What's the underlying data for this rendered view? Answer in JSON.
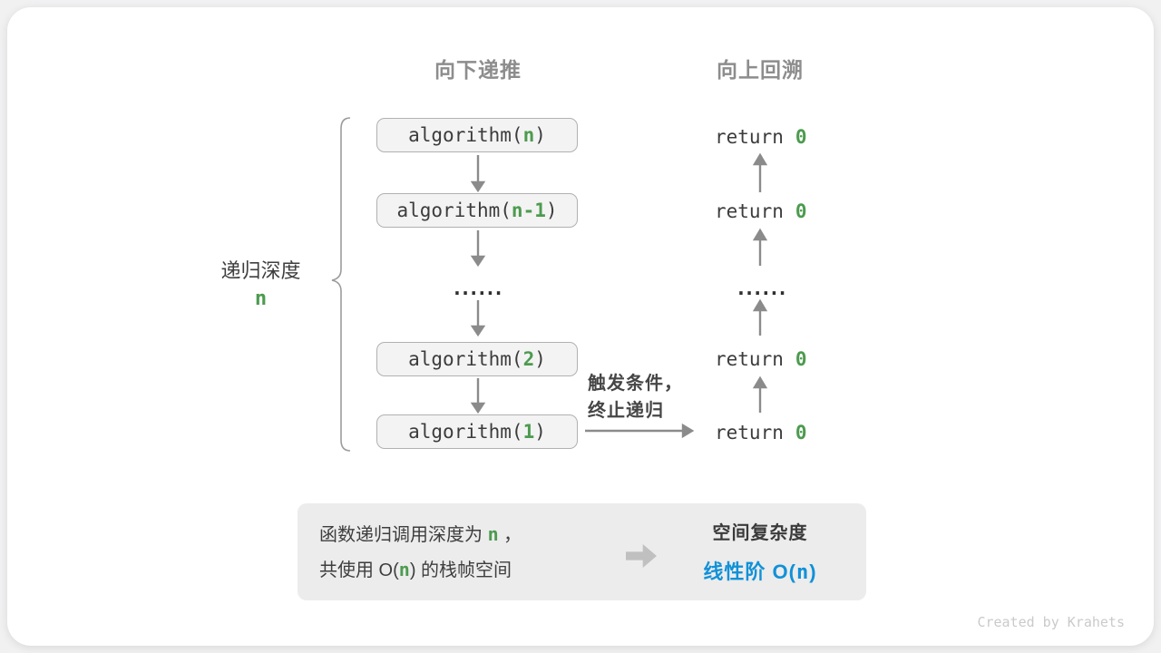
{
  "titles": {
    "descend": "向下递推",
    "backtrack": "向上回溯"
  },
  "depth_label": {
    "text": "递归深度",
    "value": "n"
  },
  "call_boxes": [
    {
      "prefix": "algorithm(",
      "arg": "n",
      "suffix": ")"
    },
    {
      "prefix": "algorithm(",
      "arg": "n-1",
      "suffix": ")"
    },
    {
      "prefix": "algorithm(",
      "arg": "2",
      "suffix": ")"
    },
    {
      "prefix": "algorithm(",
      "arg": "1",
      "suffix": ")"
    }
  ],
  "returns": [
    {
      "keyword": "return",
      "value": "0"
    },
    {
      "keyword": "return",
      "value": "0"
    },
    {
      "keyword": "return",
      "value": "0"
    },
    {
      "keyword": "return",
      "value": "0"
    }
  ],
  "ellipsis_left": "......",
  "ellipsis_right": "......",
  "base_case_note": {
    "line1": "触发条件，",
    "line2": "终止递归"
  },
  "summary": {
    "line1_prefix": "函数递归调用深度为 ",
    "line1_var": "n",
    "line1_suffix": " ，",
    "line2_prefix": "共使用 O(",
    "line2_var": "n",
    "line2_suffix": ") 的栈帧空间",
    "result_title": "空间复杂度",
    "result_prefix": "线性阶 O(",
    "result_var": "n",
    "result_suffix": ")"
  },
  "watermark": "Created by Krahets",
  "colors": {
    "green": "#4c9b4f",
    "blue": "#1191d8",
    "arrow_gray": "#8b8b8b",
    "box_fill": "#f3f3f3",
    "box_border": "#b1b1b1",
    "summary_bg": "#ececec",
    "header_gray": "#8d8d8d",
    "text_dark": "#3c3c3c"
  }
}
